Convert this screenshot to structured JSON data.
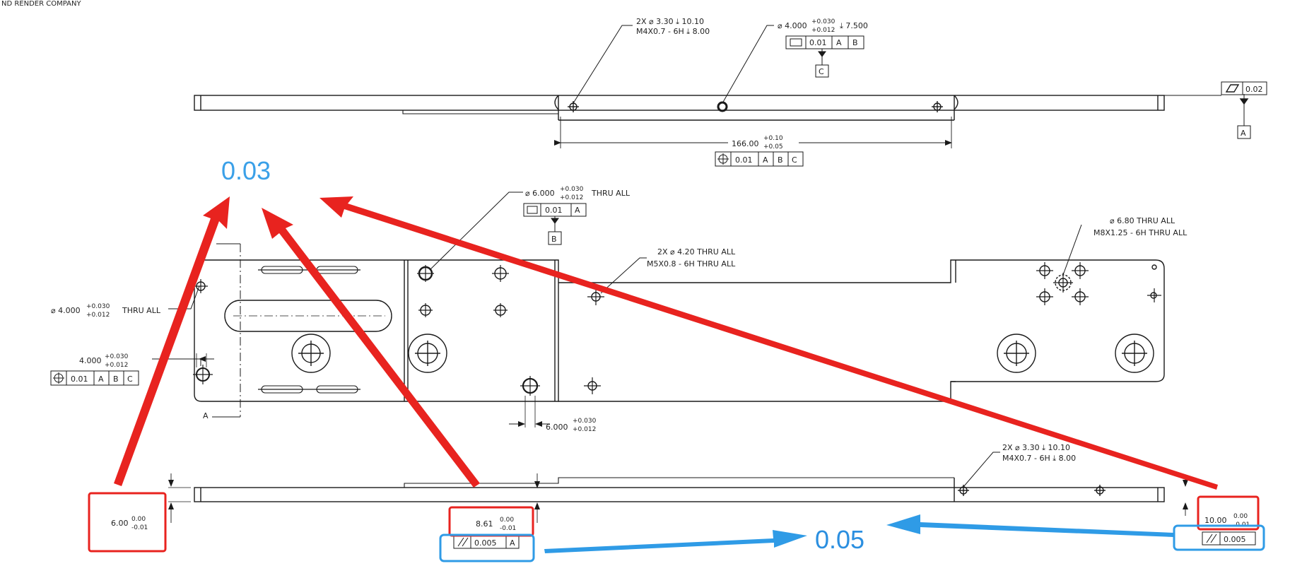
{
  "header_fragment": "ND RENDER COMPANY",
  "callouts": {
    "top_thread_qty": "2X",
    "top_thread_dia": "3.30",
    "top_thread_depth": "10.10",
    "top_thread_spec": "M4X0.7 - 6H",
    "top_thread_spec_depth": "8.00",
    "top_bore_dia": "4.000",
    "top_bore_tol_upper": "+0.030",
    "top_bore_tol_lower": "+0.012",
    "top_bore_depth": "7.500",
    "top_bore_fcf": [
      "0.01",
      "A",
      "B"
    ],
    "datum_c": "C",
    "flatness_value": "0.02",
    "datum_a_top": "A",
    "span_nominal": "166.00",
    "span_tol_upper": "+0.10",
    "span_tol_lower": "+0.05",
    "span_fcf": [
      "0.01",
      "A",
      "B",
      "C"
    ],
    "mid_bore_dia": "6.000",
    "mid_bore_tol_upper": "+0.030",
    "mid_bore_tol_lower": "+0.012",
    "mid_bore_thru": "THRU ALL",
    "mid_bore_fcf": [
      "0.01",
      "A"
    ],
    "datum_b": "B",
    "m5_qty": "2X",
    "m5_dia": "4.20 THRU ALL",
    "m5_spec": "M5X0.8 - 6H THRU ALL",
    "m8_dia": "6.80 THRU ALL",
    "m8_spec": "M8X1.25 - 6H THRU ALL",
    "left_hole_dia": "4.000",
    "left_hole_tol_upper": "+0.030",
    "left_hole_tol_lower": "+0.012",
    "left_hole_thru": "THRU ALL",
    "left_pos_nominal": "4.000",
    "left_pos_tol_upper": "+0.030",
    "left_pos_tol_lower": "+0.012",
    "left_pos_fcf": [
      "0.01",
      "A",
      "B",
      "C"
    ],
    "section_label": "A",
    "slot_width_nominal": "6.000",
    "slot_width_tol_upper": "+0.030",
    "slot_width_tol_lower": "+0.012",
    "bottom_thread_qty": "2X",
    "bottom_thread_dia": "3.30",
    "bottom_thread_depth": "10.10",
    "bottom_thread_spec": "M4X0.7 - 6H",
    "bottom_thread_spec_depth": "8.00",
    "thick_left_nominal": "6.00",
    "thick_left_upper": "0.00",
    "thick_left_lower": "-0.01",
    "thick_mid_nominal": "8.61",
    "thick_mid_upper": "0.00",
    "thick_mid_lower": "-0.01",
    "thick_right_nominal": "10.00",
    "thick_right_upper": "0.00",
    "thick_right_lower": "-0.01",
    "parallel_mid_value": "0.005",
    "parallel_mid_datum": "A",
    "parallel_right_value": "0.005"
  },
  "annotations": {
    "red_summary": "0.03",
    "blue_summary": "0.05"
  },
  "colors": {
    "line": "#1a1a1a",
    "red_markup": "#e8231f",
    "blue_markup": "#2f9be6"
  }
}
